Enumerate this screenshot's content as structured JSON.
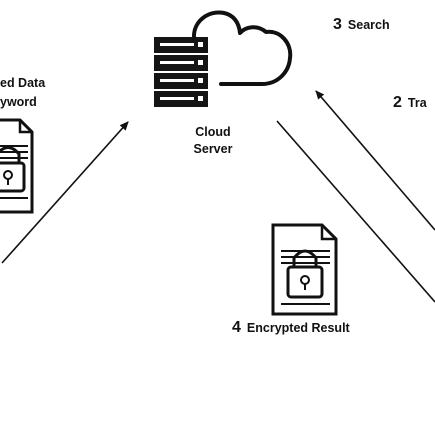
{
  "cloud_server": {
    "line1": "Cloud",
    "line2": "Server"
  },
  "left_label": {
    "line1": "ed Data",
    "line2": "yword"
  },
  "steps": [
    {
      "num": "3",
      "text": "Search"
    },
    {
      "num": "2",
      "text": "Tra"
    },
    {
      "num": "4",
      "text": "Encrypted Result"
    }
  ],
  "icons": {
    "server": "server-stack-icon",
    "cloud": "cloud-icon",
    "doc_left": "encrypted-document-icon",
    "doc_result": "encrypted-document-icon"
  }
}
